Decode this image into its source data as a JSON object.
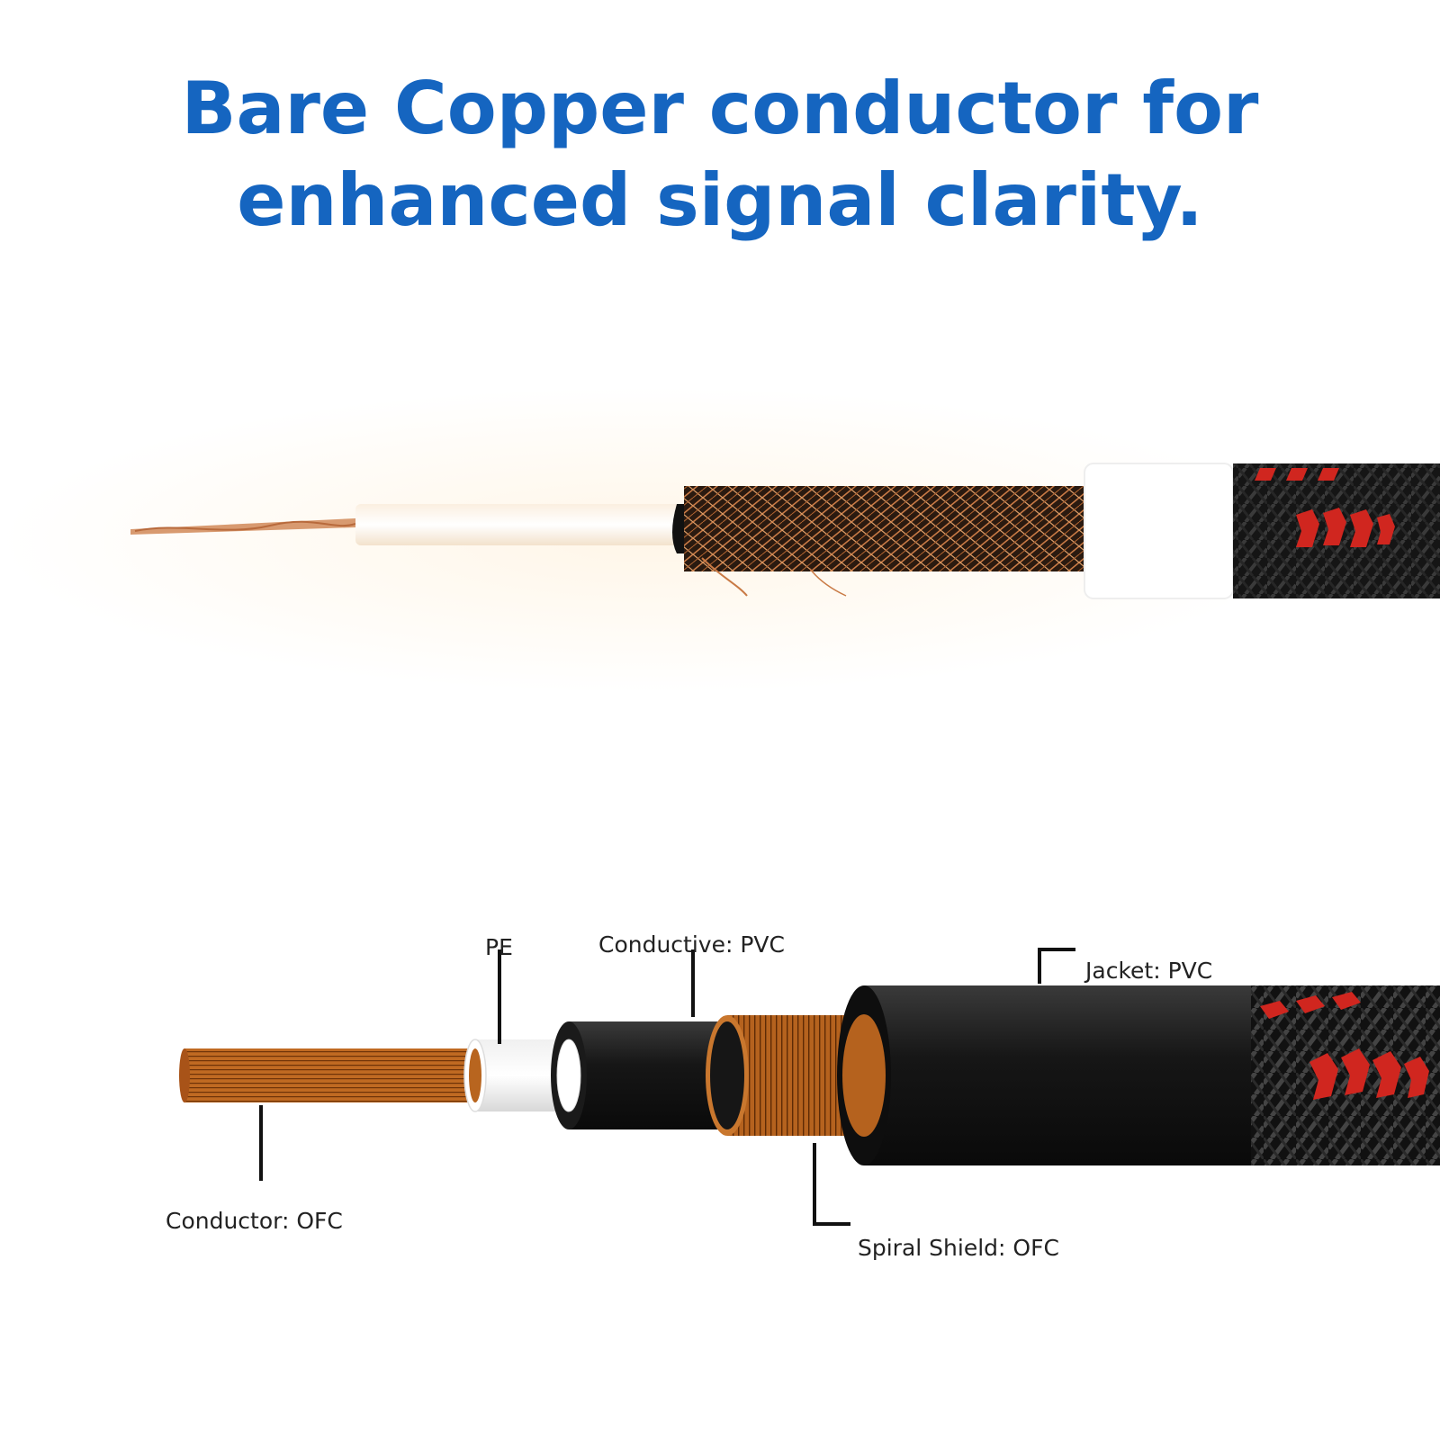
{
  "headline": {
    "line1": "Bare Copper conductor for",
    "line2": "enhanced signal clarity."
  },
  "labels": {
    "pe": "PE",
    "conductive": "Conductive: PVC",
    "jacket": "Jacket: PVC",
    "conductor": "Conductor: OFC",
    "spiral_shield": "Spiral Shield: OFC"
  },
  "colors": {
    "headline": "#1565c0",
    "copper": "#c8733a",
    "jacket": "#141414",
    "braid_red": "#d0261f",
    "insulation": "#ffffff"
  }
}
